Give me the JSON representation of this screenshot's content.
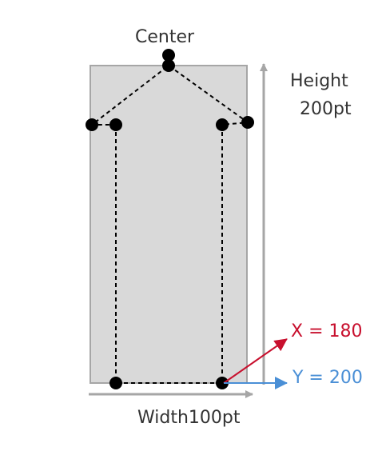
{
  "labels": {
    "center": "Center",
    "height_word": "Height",
    "height_value": "200pt",
    "width": "Width100pt",
    "x": "X = 180",
    "y": "Y = 200"
  },
  "colors": {
    "rect_fill": "#d9d9d9",
    "rect_stroke": "#a6a6a6",
    "axis": "#a6a6a6",
    "text": "#333333",
    "x_accent": "#c8102e",
    "y_accent": "#4a8fd6"
  }
}
